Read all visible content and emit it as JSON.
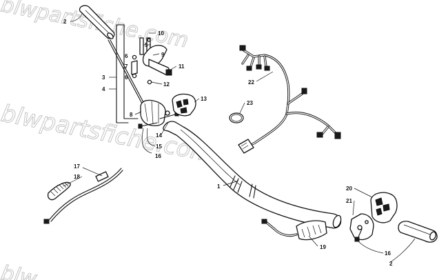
{
  "watermark": {
    "text_top": "blwpartsfiche.com",
    "text_middle": "blwpartsfiche.com",
    "text_bottom": "blw",
    "color": "#c9c9c9"
  },
  "callouts": [
    {
      "id": "c1",
      "label": "1"
    },
    {
      "id": "c2a",
      "label": "2"
    },
    {
      "id": "c2b",
      "label": "2"
    },
    {
      "id": "c3",
      "label": "3"
    },
    {
      "id": "c4",
      "label": "4"
    },
    {
      "id": "c5",
      "label": "5"
    },
    {
      "id": "c6a",
      "label": "6"
    },
    {
      "id": "c6b",
      "label": "6"
    },
    {
      "id": "c7",
      "label": "7"
    },
    {
      "id": "c8",
      "label": "8"
    },
    {
      "id": "c9",
      "label": "9"
    },
    {
      "id": "c10",
      "label": "10"
    },
    {
      "id": "c11",
      "label": "11"
    },
    {
      "id": "c12",
      "label": "12"
    },
    {
      "id": "c13",
      "label": "13"
    },
    {
      "id": "c14",
      "label": "14"
    },
    {
      "id": "c15",
      "label": "15"
    },
    {
      "id": "c16a",
      "label": "16"
    },
    {
      "id": "c16b",
      "label": "16"
    },
    {
      "id": "c17",
      "label": "17"
    },
    {
      "id": "c18",
      "label": "18"
    },
    {
      "id": "c19",
      "label": "19"
    },
    {
      "id": "c20",
      "label": "20"
    },
    {
      "id": "c21",
      "label": "21"
    },
    {
      "id": "c22",
      "label": "22"
    },
    {
      "id": "c23",
      "label": "23"
    }
  ]
}
